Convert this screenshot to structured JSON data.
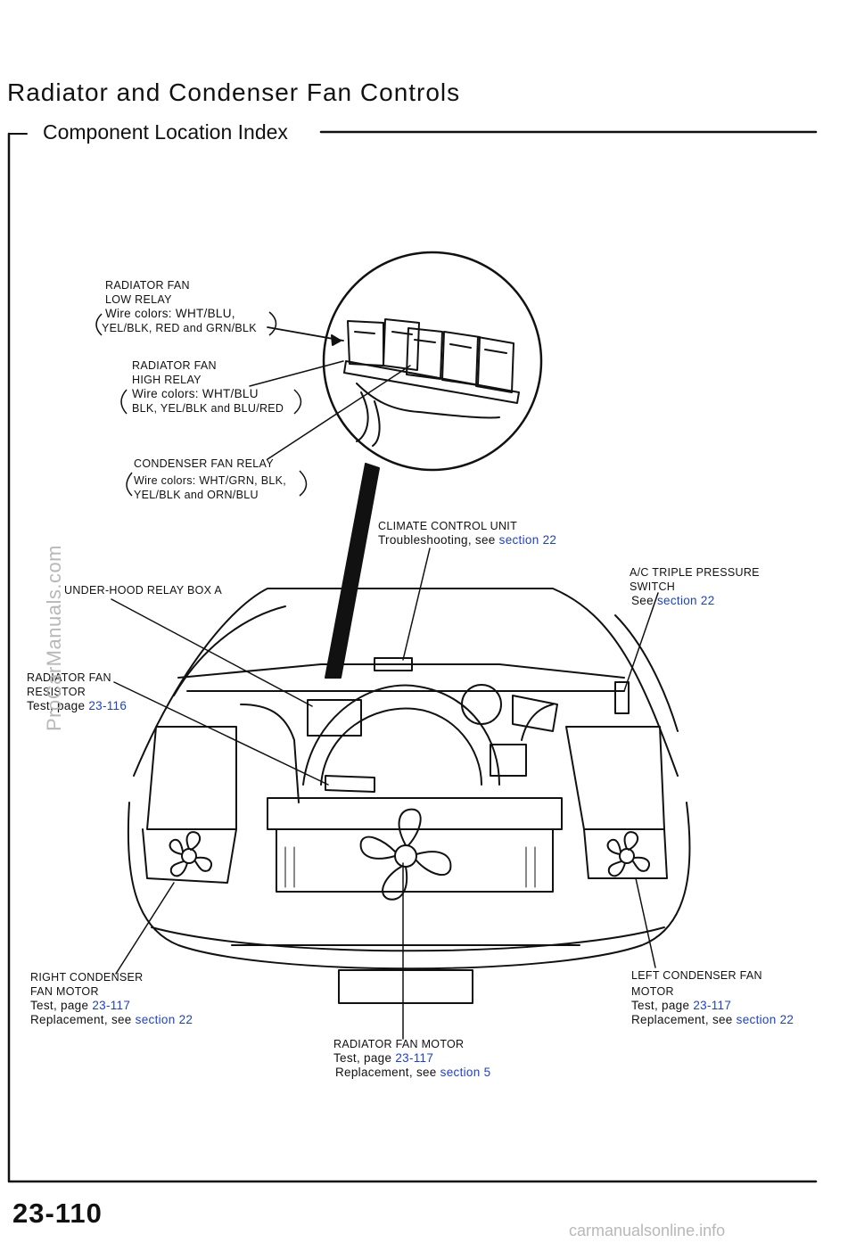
{
  "header": {
    "title": "Radiator and Condenser Fan Controls",
    "subtitle": "Component Location Index"
  },
  "labels": {
    "low_relay": {
      "name1": "RADIATOR FAN",
      "name2": "LOW RELAY",
      "wire1": "Wire colors: WHT/BLU,",
      "wire2": "YEL/BLK, RED and GRN/BLK"
    },
    "high_relay": {
      "name1": "RADIATOR FAN",
      "name2": "HIGH RELAY",
      "wire1": "Wire colors: WHT/BLU",
      "wire2": "BLK, YEL/BLK and BLU/RED"
    },
    "condenser_relay": {
      "name1": "CONDENSER FAN RELAY",
      "wire1": "Wire colors: WHT/GRN, BLK,",
      "wire2": "YEL/BLK and ORN/BLU"
    },
    "climate": {
      "name1": "CLIMATE CONTROL UNIT",
      "text": "Troubleshooting, see ",
      "link": "section 22"
    },
    "triple_switch": {
      "name1": "A/C TRIPLE PRESSURE",
      "name2": "SWITCH",
      "text": "See ",
      "link": "section 22"
    },
    "relay_box": {
      "name1": "UNDER-HOOD RELAY BOX A"
    },
    "resistor": {
      "name1": "RADIATOR FAN",
      "name2": "RESISTOR",
      "text": "Test, page ",
      "link": "23-116"
    },
    "right_motor": {
      "name1": "RIGHT CONDENSER",
      "name2": "FAN MOTOR",
      "test_text": "Test, page ",
      "test_link": "23-117",
      "repl_text": "Replacement, see ",
      "repl_link": "section 22"
    },
    "left_motor": {
      "name1": "LEFT CONDENSER FAN",
      "name2": "MOTOR",
      "test_text": "Test, page ",
      "test_link": "23-117",
      "repl_text": "Replacement, see ",
      "repl_link": "section 22"
    },
    "radiator_motor": {
      "name1": "RADIATOR FAN MOTOR",
      "test_text": "Test, page ",
      "test_link": "23-117",
      "repl_text": "Replacement, see ",
      "repl_link": "section 5"
    }
  },
  "footer": {
    "page_number": "23-110",
    "watermark_side": "ProCarManuals.com",
    "watermark_bottom": "carmanualsonline.info"
  },
  "colors": {
    "link": "#1a3fd6",
    "line": "#111111",
    "watermark": "#b8b8b8"
  }
}
